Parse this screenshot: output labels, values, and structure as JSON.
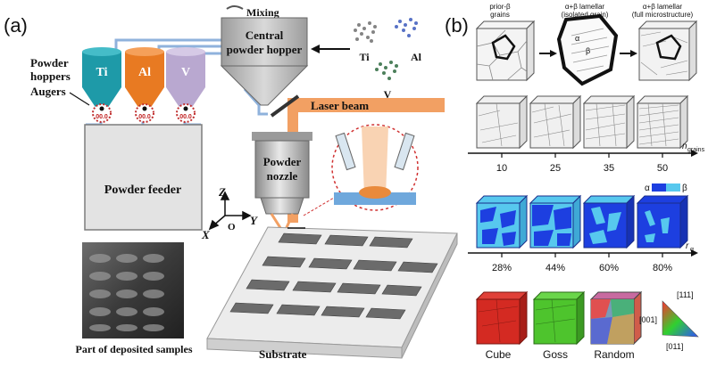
{
  "panel_a": {
    "label": "(a)",
    "mixing": "Mixing",
    "hopper_line1": "Central",
    "hopper_line2": "powder hopper",
    "powder_ti": "Ti",
    "powder_al": "Al",
    "powder_v": "V",
    "hoppers_label_1": "Powder",
    "hoppers_label_2": "hoppers",
    "augers_label": "Augers",
    "hopper_ti": "Ti",
    "hopper_al": "Al",
    "hopper_v": "V",
    "gauge_value": "00.0",
    "laser_beam": "Laser beam",
    "nozzle_line1": "Powder",
    "nozzle_line2": "nozzle",
    "feeder": "Powder feeder",
    "axis_z": "Z",
    "axis_y": "Y",
    "axis_x": "X",
    "axis_o": "O",
    "samples_caption": "Part of deposited samples",
    "substrate": "Substrate",
    "colors": {
      "ti": "#1e9aa8",
      "al": "#e87a22",
      "v": "#b9a8d0",
      "laser": "#f2a063",
      "pipe": "#8fb2dc"
    }
  },
  "panel_b": {
    "label": "(b)",
    "top_labels": [
      {
        "line1": "prior-β",
        "line2": "grains",
        "line3": ""
      },
      {
        "line1": "α+β lamellar",
        "line2": "(isolated grain)",
        "line3": ""
      },
      {
        "line1": "α+β lamellar",
        "line2": "(full microstructure)",
        "line3": ""
      }
    ],
    "cube_alpha": "α",
    "cube_beta": "β",
    "grains_axis_label": "n",
    "grains_axis_sub": "grains",
    "grains_ticks": [
      "10",
      "25",
      "35",
      "50"
    ],
    "alpha_legend": "α",
    "beta_legend": "β",
    "ralpha_axis_label": "r",
    "ralpha_axis_sub": "α",
    "ralpha_ticks": [
      "28%",
      "44%",
      "60%",
      "80%"
    ],
    "texture_labels": [
      "Cube",
      "Goss",
      "Random"
    ],
    "ipf_111": "[111]",
    "ipf_001": "[001]",
    "ipf_011": "[011]",
    "colors": {
      "alpha": "#1d3fe0",
      "beta": "#57c8ee",
      "cube": "#d42a22",
      "goss": "#4ec42d"
    }
  }
}
